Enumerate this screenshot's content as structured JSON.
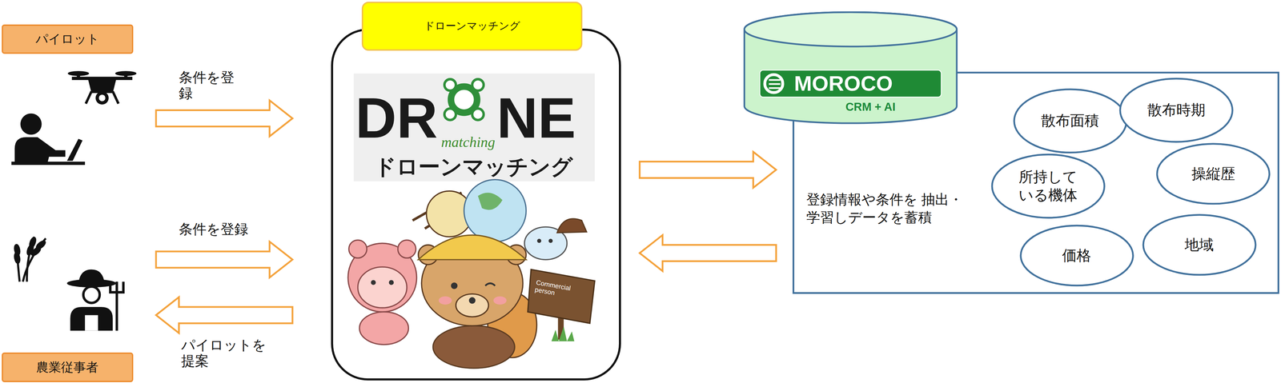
{
  "diagram": {
    "nodes": [
      {
        "text": [
          "パイロット"
        ]
      },
      {
        "text": [
          "農業従事者"
        ]
      },
      {
        "text": [
          "ドローンマッチング"
        ]
      },
      {
        "text": [
          "MOROCO",
          "CRM + AI"
        ]
      },
      {
        "text": [
          "登録情報や条件を 抽出・学習しデータを蓄積"
        ]
      },
      {
        "text": [
          "散布面積"
        ],
        "in": 4
      },
      {
        "text": [
          "散布時期"
        ],
        "in": 4
      },
      {
        "text": [
          "所持している機体"
        ],
        "in": 4
      },
      {
        "text": [
          "操縦歴"
        ],
        "in": 4
      },
      {
        "text": [
          "価格"
        ],
        "in": 4
      },
      {
        "text": [
          "地域"
        ],
        "in": 4
      }
    ],
    "edges": [
      {
        "from": 0,
        "to": 2,
        "arrow": "to",
        "label": "条件を登録"
      },
      {
        "from": 1,
        "to": 2,
        "arrow": "to",
        "label": "条件を登録"
      },
      {
        "from": 2,
        "to": 1,
        "arrow": "to",
        "label": "パイロットを提案"
      },
      {
        "from": 2,
        "to": 4,
        "arrow": "to"
      },
      {
        "from": 4,
        "to": 2,
        "arrow": "to"
      }
    ],
    "labels": [
      "DR",
      "NE",
      "matching",
      "ドローンマッチング",
      "Commercial person"
    ]
  }
}
